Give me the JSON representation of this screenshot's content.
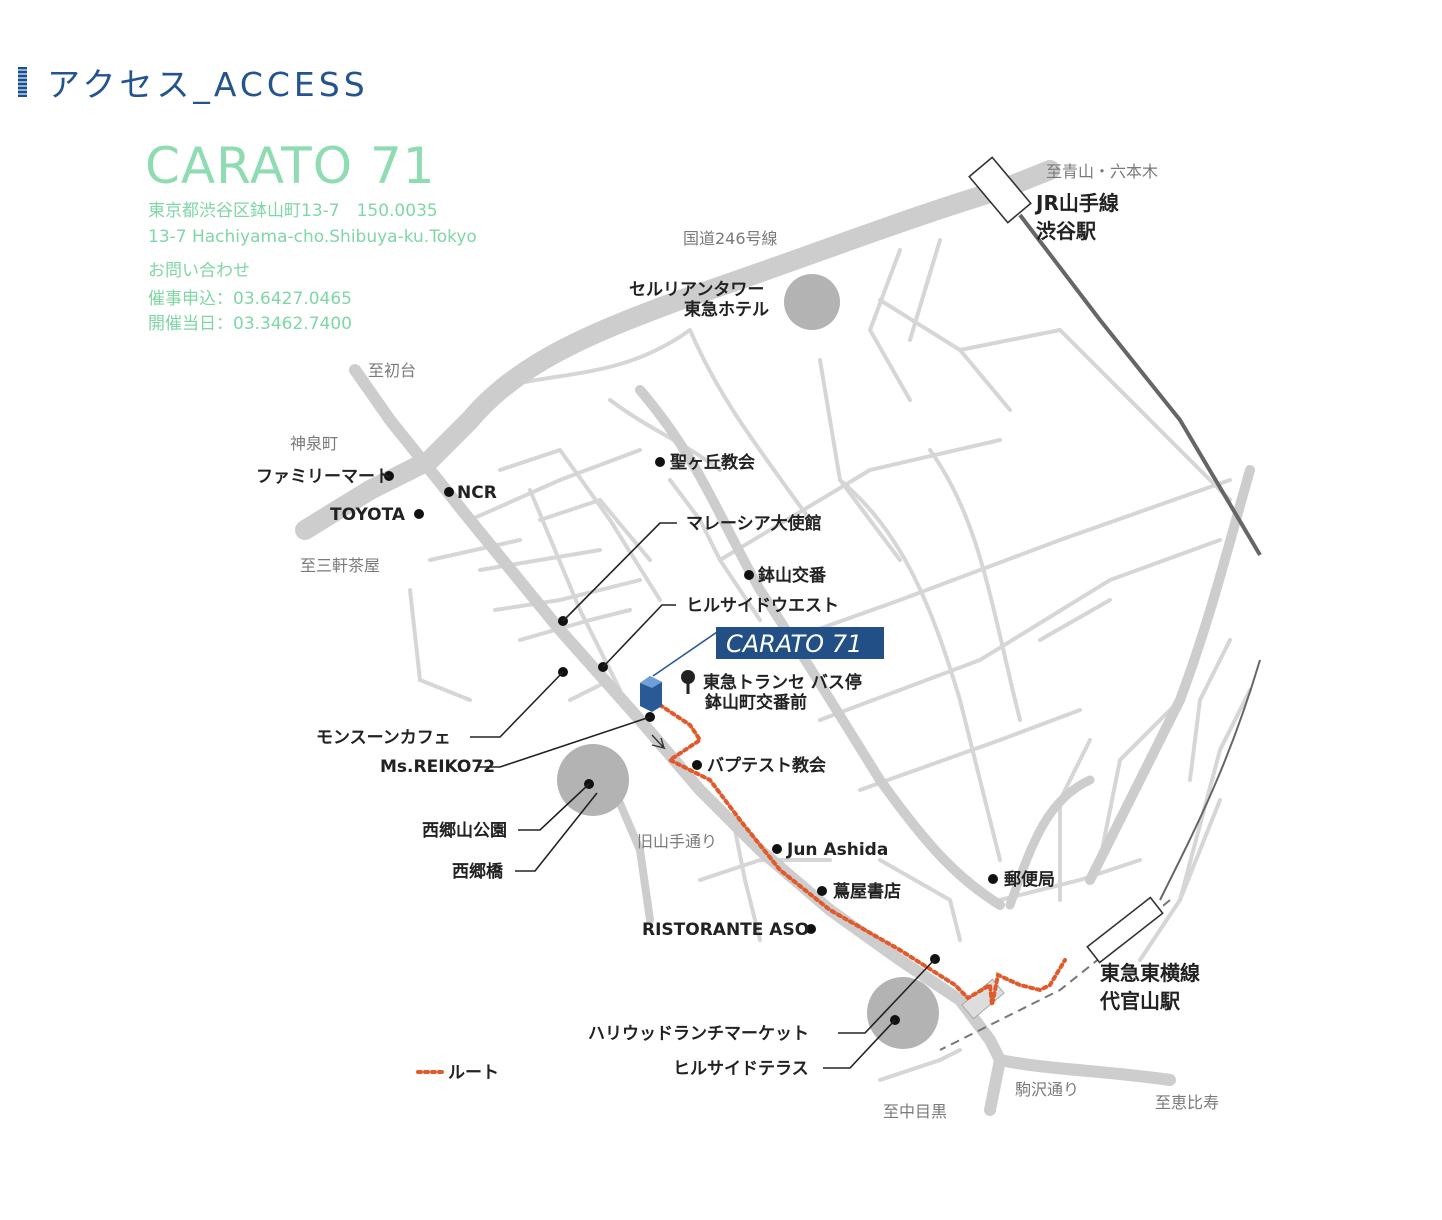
{
  "section": {
    "heading": "アクセス_ACCESS"
  },
  "venue": {
    "logo": "CARATO 71",
    "address_jp": "東京都渋谷区鉢山町13-7　150.0035",
    "address_en": "13-7 Hachiyama-cho.Shibuya-ku.Tokyo",
    "inquiry": "お問い合わせ",
    "phone_sponsor": "催事申込：03.6427.0465",
    "phone_event_day": "開催当日：03.3462.7400"
  },
  "map": {
    "marker_label": "CARATO 71",
    "route_legend": "ルート",
    "directions": {
      "aoyama": "至青山・六本木",
      "hatsudai": "至初台",
      "sangenjaya": "至三軒茶屋",
      "nakameguro": "至中目黒",
      "ebisu": "至恵比寿"
    },
    "roads": {
      "route246": "国道246号線",
      "kyu_yamate": "旧山手通り",
      "komazawa": "駒沢通り"
    },
    "stations": {
      "jr_line": "JR山手線",
      "jr_station": "渋谷駅",
      "tokyu_line": "東急東横線",
      "tokyu_station": "代官山駅"
    },
    "areas": {
      "izumicho": "神泉町"
    },
    "bus_stop": {
      "name": "東急トランセ バス停",
      "sub": "鉢山町交番前"
    },
    "landmarks": {
      "cerulean_1": "セルリアンタワー",
      "cerulean_2": "東急ホテル",
      "familymart": "ファミリーマート",
      "ncr": "NCR",
      "toyota": "TOYOTA",
      "seigaoka": "聖ヶ丘教会",
      "malaysia": "マレーシア大使館",
      "koban": "鉢山交番",
      "hillside_west": "ヒルサイドウエスト",
      "monsoon": "モンスーンカフェ",
      "ms_reiko": "Ms.REIKO72",
      "baptist": "バプテスト教会",
      "saigoyama_park": "西郷山公園",
      "saigo_bridge": "西郷橋",
      "jun_ashida": "Jun Ashida",
      "tsutaya": "蔦屋書店",
      "post_office": "郵便局",
      "ristorante": "RISTORANTE ASO",
      "hollywood": "ハリウッドランチマーケット",
      "hillside_terrace": "ヒルサイドテラス"
    }
  },
  "colors": {
    "heading": "#23548f",
    "info_text": "#7fd6a6",
    "road": "#cdcdcd",
    "route": "#e05a2b",
    "marker": "#2a5a96"
  }
}
